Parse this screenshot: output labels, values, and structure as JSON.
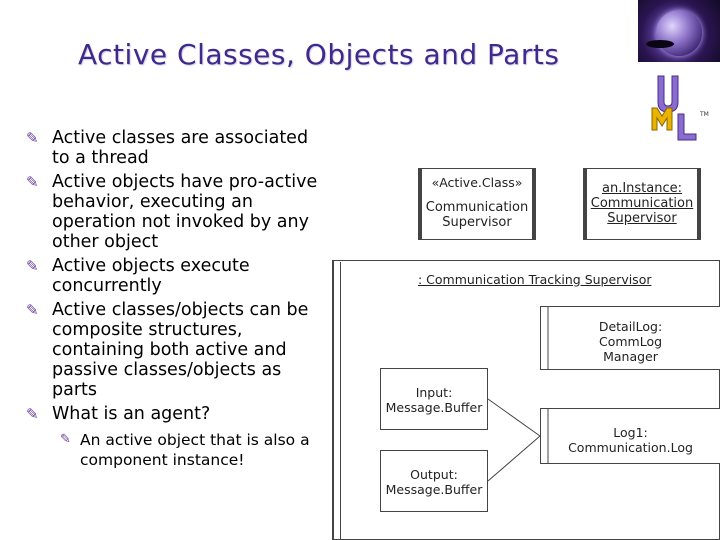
{
  "title": "Active Classes, Objects and Parts",
  "colors": {
    "title": "#3d2a8c",
    "bullet_mark": "#6a3d99"
  },
  "bullets": [
    {
      "text": "Active classes are associated to a thread"
    },
    {
      "text": "Active objects have pro-active behavior, executing an operation not invoked by any other object"
    },
    {
      "text": "Active objects execute concurrently"
    },
    {
      "text": "Active classes/objects can be composite structures, containing both active and passive classes/objects as parts"
    },
    {
      "text": "What is an agent?"
    }
  ],
  "sub_bullet": "An active object that is also a component instance!",
  "diagram": {
    "active_class": {
      "stereotype": "«Active.Class»",
      "line1": "Communication",
      "line2": "Supervisor"
    },
    "instance": {
      "line1": "an.Instance:",
      "line2": "Communication",
      "line3": "Supervisor"
    },
    "container_title": ": Communication Tracking Supervisor",
    "detail_log": {
      "line1": "DetailLog:",
      "line2": "CommLog",
      "line3": "Manager"
    },
    "input": {
      "line1": "Input:",
      "line2": "Message.Buffer"
    },
    "output": {
      "line1": "Output:",
      "line2": "Message.Buffer"
    },
    "log1": {
      "line1": "Log1:",
      "line2": "Communication.Log"
    }
  },
  "logo": {
    "letters": "UML",
    "tm": "TM"
  }
}
